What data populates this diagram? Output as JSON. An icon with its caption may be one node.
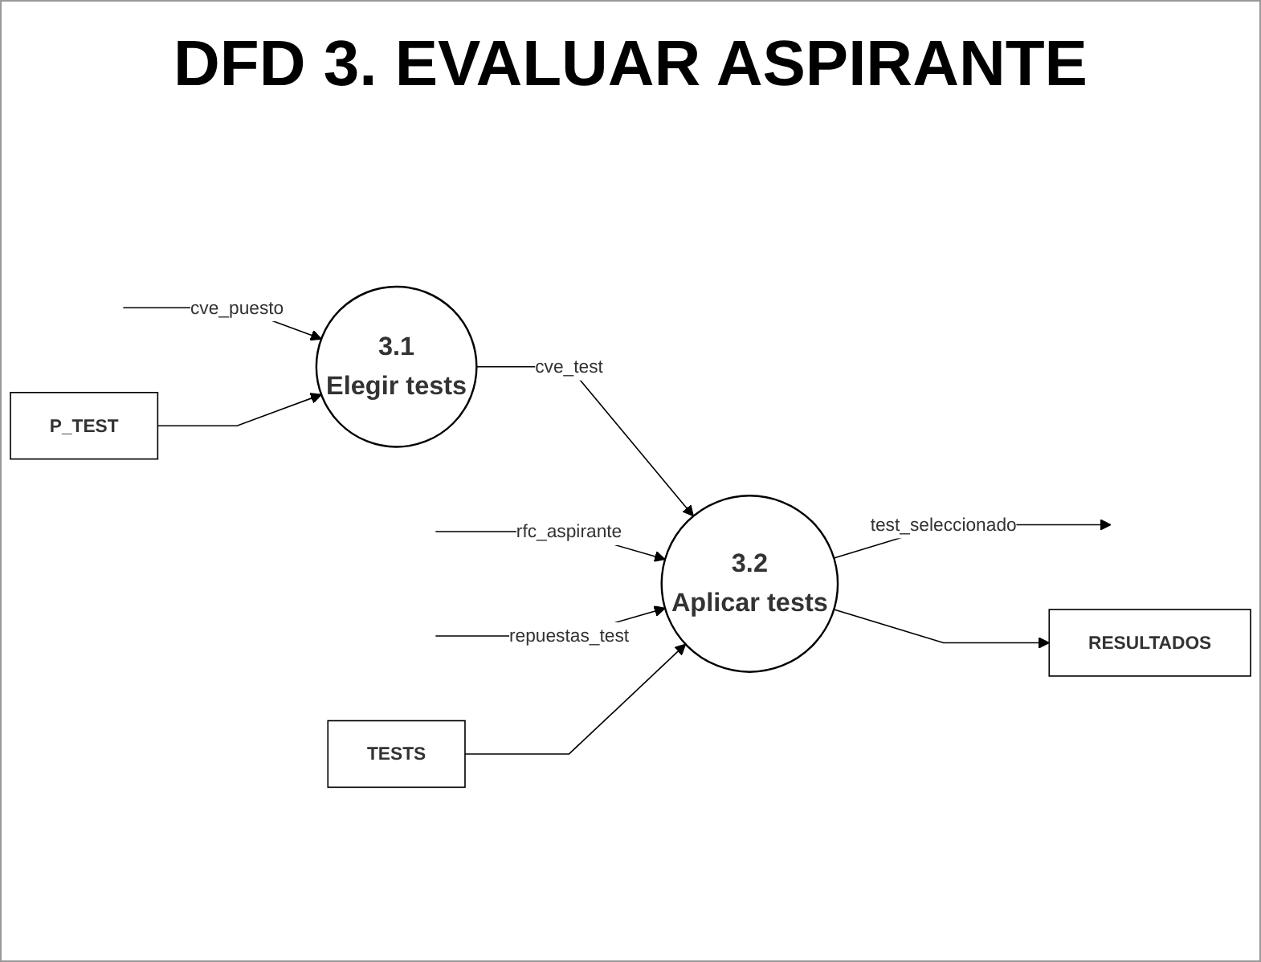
{
  "diagram": {
    "title": "DFD 3. EVALUAR ASPIRANTE",
    "nodes": [
      {
        "text": [
          "3.1",
          "Elegir tests"
        ]
      },
      {
        "text": [
          "3.2",
          "Aplicar tests"
        ]
      },
      {
        "text": [
          "P_TEST"
        ]
      },
      {
        "text": [
          "RESULTADOS"
        ]
      },
      {
        "text": [
          "TESTS"
        ]
      }
    ],
    "edges": [
      {
        "from": null,
        "to": 0,
        "arrow": "to",
        "label": "cve_puesto"
      },
      {
        "from": 0,
        "to": 1,
        "arrow": "to",
        "label": "cve_test"
      },
      {
        "from": 1,
        "to": null,
        "arrow": "to",
        "label": "test_seleccionado"
      },
      {
        "from": null,
        "to": 1,
        "arrow": "to",
        "label": "rfc_aspirante"
      },
      {
        "from": null,
        "to": 1,
        "arrow": "to",
        "label": "repuestas_test"
      },
      {
        "from": 2,
        "to": 0,
        "arrow": "to"
      },
      {
        "from": 1,
        "to": 3,
        "arrow": "to"
      },
      {
        "from": 4,
        "to": 1,
        "arrow": "to"
      }
    ]
  }
}
